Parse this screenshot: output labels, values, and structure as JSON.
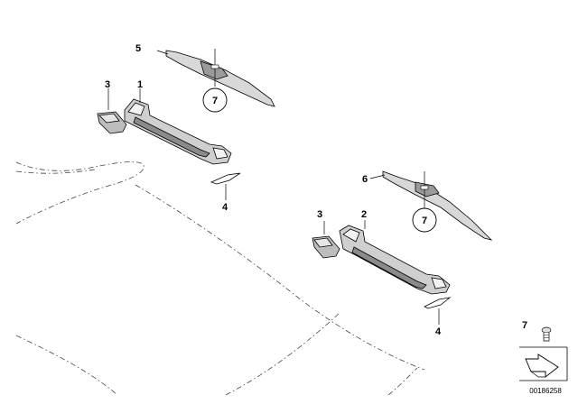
{
  "callouts": [
    {
      "id": "c1",
      "text": "1"
    },
    {
      "id": "c2",
      "text": "2"
    },
    {
      "id": "c3a",
      "text": "3"
    },
    {
      "id": "c3b",
      "text": "3"
    },
    {
      "id": "c4a",
      "text": "4"
    },
    {
      "id": "c4b",
      "text": "4"
    },
    {
      "id": "c5",
      "text": "5"
    },
    {
      "id": "c6",
      "text": "6"
    },
    {
      "id": "c7-legend",
      "text": "7"
    }
  ],
  "circled_callouts": [
    {
      "id": "r7a",
      "text": "7"
    },
    {
      "id": "r7b",
      "text": "7"
    }
  ],
  "document_number": "00186258"
}
